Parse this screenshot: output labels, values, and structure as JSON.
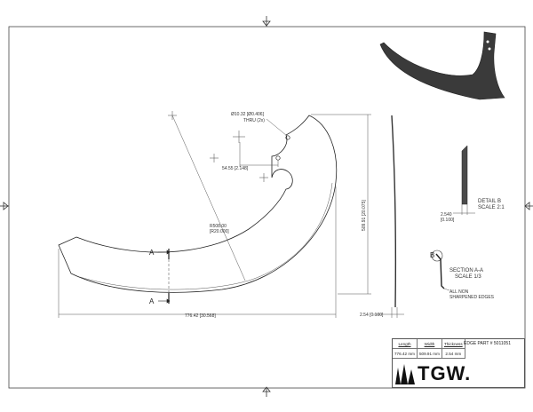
{
  "dimensions": {
    "hole": "Ø10.32 [Ø0.406]",
    "hole_thru": "THRU (2x)",
    "hole_spacing": "54.55 [2.148]",
    "radius": "R508.00",
    "radius_in": "[R20.000]",
    "height": "509.91 [20.075]",
    "length": "776.42 [30.568]",
    "thickness": "2.54 [0.100]",
    "detail_thickness": "2.540",
    "detail_thickness_in": "[0.100]"
  },
  "section_labels": {
    "a_top": "A",
    "a_bottom": "A",
    "b": "B"
  },
  "detail_b": {
    "title": "DETAIL  B",
    "scale": "SCALE 2:1"
  },
  "section_aa": {
    "title": "SECTION A-A",
    "scale": "SCALE 1/3"
  },
  "note": {
    "line1": "ALL NON",
    "line2": "SHARPENED EDGES"
  },
  "title_block": {
    "length_header": "Length",
    "width_header": "Width",
    "thickness_header": "Thickness",
    "length_value": "776.42 mm",
    "width_value": "509.91 mm",
    "thickness_value": "2.54 mm",
    "part_label": "EDGE PART # 5011051"
  },
  "logo": {
    "text": "TGW."
  }
}
